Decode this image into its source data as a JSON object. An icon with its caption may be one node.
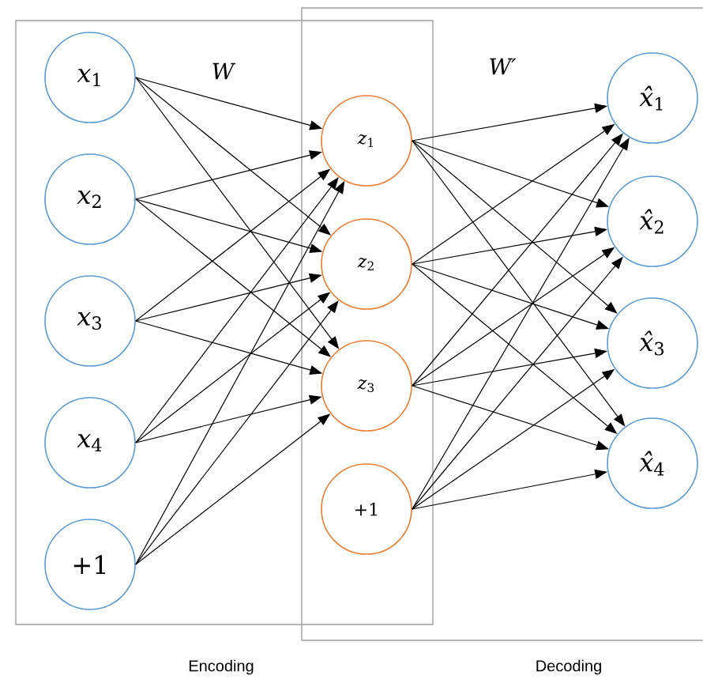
{
  "diagram": {
    "nodes": [
      {
        "text": [
          "Encoding"
        ]
      },
      {
        "text": [
          "Decoding"
        ]
      },
      {
        "text": [
          "*x*$_{1}$"
        ],
        "in": 0
      },
      {
        "text": [
          "*x*$_{2}$"
        ],
        "in": 0
      },
      {
        "text": [
          "*x*$_{3}$"
        ],
        "in": 0
      },
      {
        "text": [
          "*x*$_{4}$"
        ],
        "in": 0
      },
      {
        "text": [
          "+1"
        ],
        "in": 0
      },
      {
        "text": [
          "*z*$_{1}$"
        ]
      },
      {
        "text": [
          "*z*$_{2}$"
        ]
      },
      {
        "text": [
          "*z*$_{3}$"
        ]
      },
      {
        "text": [
          "+1"
        ]
      },
      {
        "text": [
          "*x̂*$_{1}$"
        ],
        "in": 1
      },
      {
        "text": [
          "*x̂*$_{2}$"
        ],
        "in": 1
      },
      {
        "text": [
          "*x̂*$_{3}$"
        ],
        "in": 1
      },
      {
        "text": [
          "*x̂*$_{4}$"
        ],
        "in": 1
      }
    ],
    "edges": [
      {
        "from": 2,
        "to": 7,
        "arrow": "to"
      },
      {
        "from": 2,
        "to": 8,
        "arrow": "to"
      },
      {
        "from": 2,
        "to": 9,
        "arrow": "to"
      },
      {
        "from": 3,
        "to": 7,
        "arrow": "to"
      },
      {
        "from": 3,
        "to": 8,
        "arrow": "to"
      },
      {
        "from": 3,
        "to": 9,
        "arrow": "to"
      },
      {
        "from": 4,
        "to": 7,
        "arrow": "to"
      },
      {
        "from": 4,
        "to": 8,
        "arrow": "to"
      },
      {
        "from": 4,
        "to": 9,
        "arrow": "to"
      },
      {
        "from": 5,
        "to": 7,
        "arrow": "to"
      },
      {
        "from": 5,
        "to": 8,
        "arrow": "to"
      },
      {
        "from": 5,
        "to": 9,
        "arrow": "to"
      },
      {
        "from": 6,
        "to": 7,
        "arrow": "to"
      },
      {
        "from": 6,
        "to": 8,
        "arrow": "to"
      },
      {
        "from": 6,
        "to": 9,
        "arrow": "to"
      },
      {
        "from": 7,
        "to": 11,
        "arrow": "to"
      },
      {
        "from": 7,
        "to": 12,
        "arrow": "to"
      },
      {
        "from": 7,
        "to": 13,
        "arrow": "to"
      },
      {
        "from": 7,
        "to": 14,
        "arrow": "to"
      },
      {
        "from": 8,
        "to": 11,
        "arrow": "to"
      },
      {
        "from": 8,
        "to": 12,
        "arrow": "to"
      },
      {
        "from": 8,
        "to": 13,
        "arrow": "to"
      },
      {
        "from": 8,
        "to": 14,
        "arrow": "to"
      },
      {
        "from": 9,
        "to": 11,
        "arrow": "to"
      },
      {
        "from": 9,
        "to": 12,
        "arrow": "to"
      },
      {
        "from": 9,
        "to": 13,
        "arrow": "to"
      },
      {
        "from": 9,
        "to": 14,
        "arrow": "to"
      },
      {
        "from": 10,
        "to": 11,
        "arrow": "to"
      },
      {
        "from": 10,
        "to": 12,
        "arrow": "to"
      },
      {
        "from": 10,
        "to": 13,
        "arrow": "to"
      },
      {
        "from": 10,
        "to": 14,
        "arrow": "to"
      }
    ],
    "labels": [
      "W",
      "W′"
    ]
  }
}
